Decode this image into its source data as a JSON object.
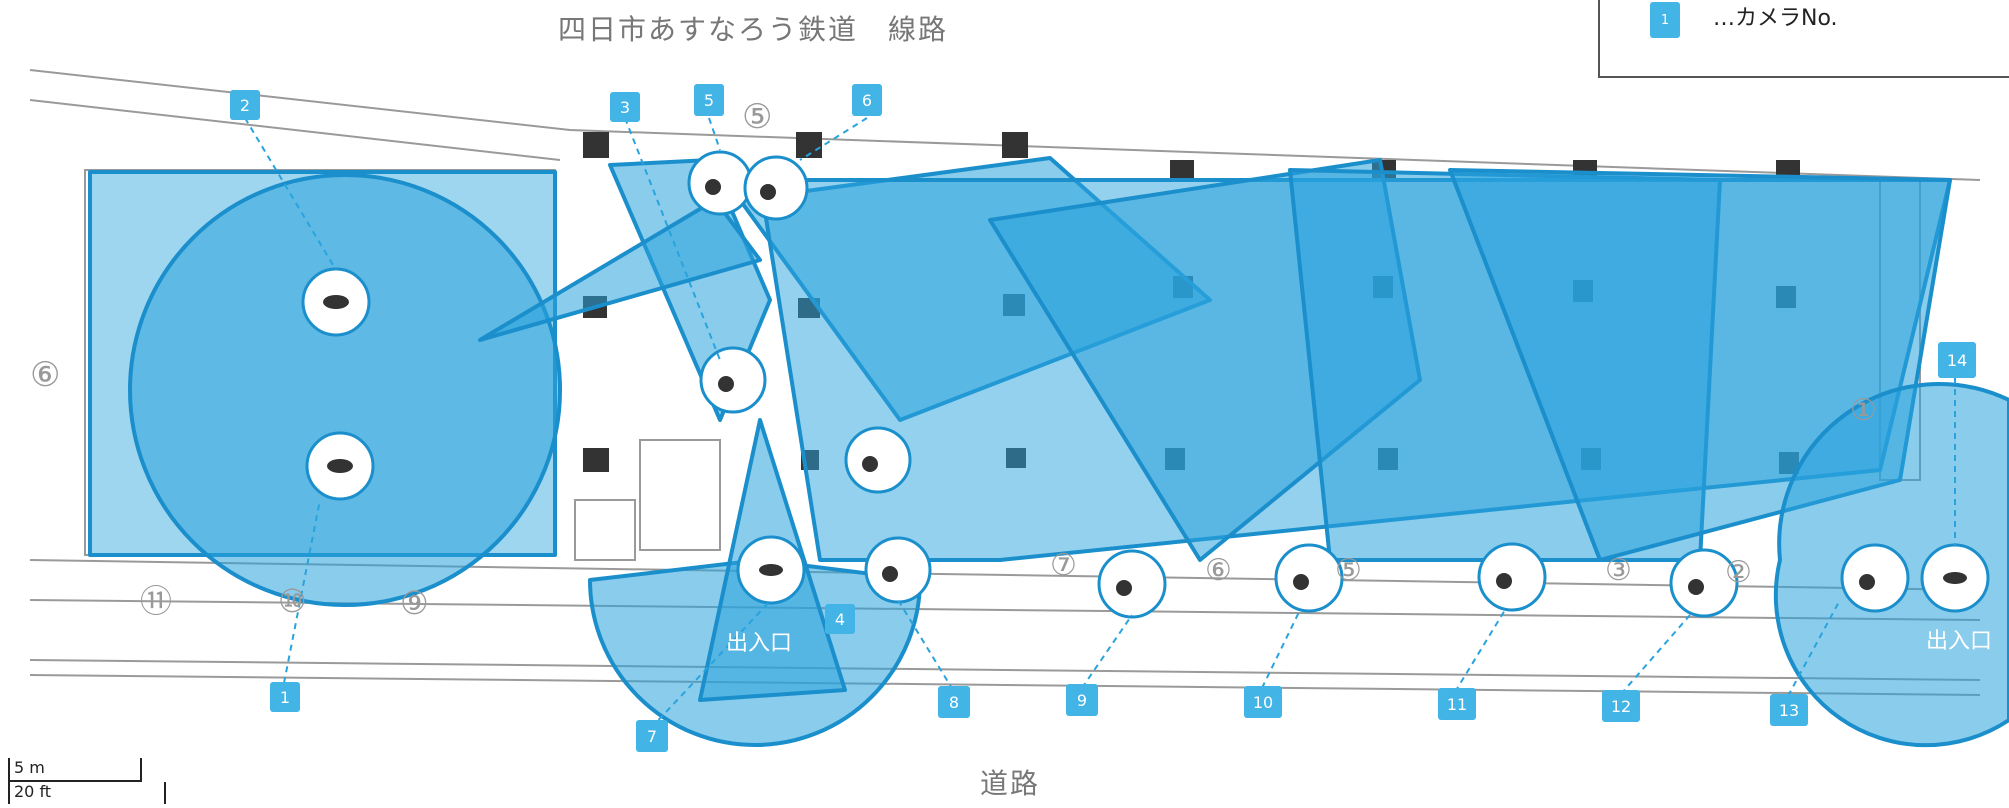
{
  "title_top": "四日市あすなろう鉄道　線路",
  "title_bottom": "道路",
  "legend": {
    "badge": "1",
    "text": "…カメラNo."
  },
  "scale": {
    "m": "5 m",
    "ft": "20 ft"
  },
  "map_labels": {
    "platform_5_top": "⑤",
    "platform_6_left": "⑥",
    "stall_11": "⑪",
    "stall_10": "⑩",
    "stall_9": "⑨",
    "stall_7": "⑦",
    "stall_6": "⑥",
    "stall_5": "⑤",
    "stall_3": "③",
    "stall_2": "②",
    "stall_1": "①",
    "entrance_1": "出入口",
    "entrance_2": "出入口"
  },
  "cameras": [
    "1",
    "2",
    "3",
    "4",
    "5",
    "6",
    "7",
    "8",
    "9",
    "10",
    "11",
    "12",
    "13",
    "14"
  ],
  "colors": {
    "coverage": "#29a3dd",
    "badge": "#42b4e6",
    "plan_line": "#999999"
  }
}
